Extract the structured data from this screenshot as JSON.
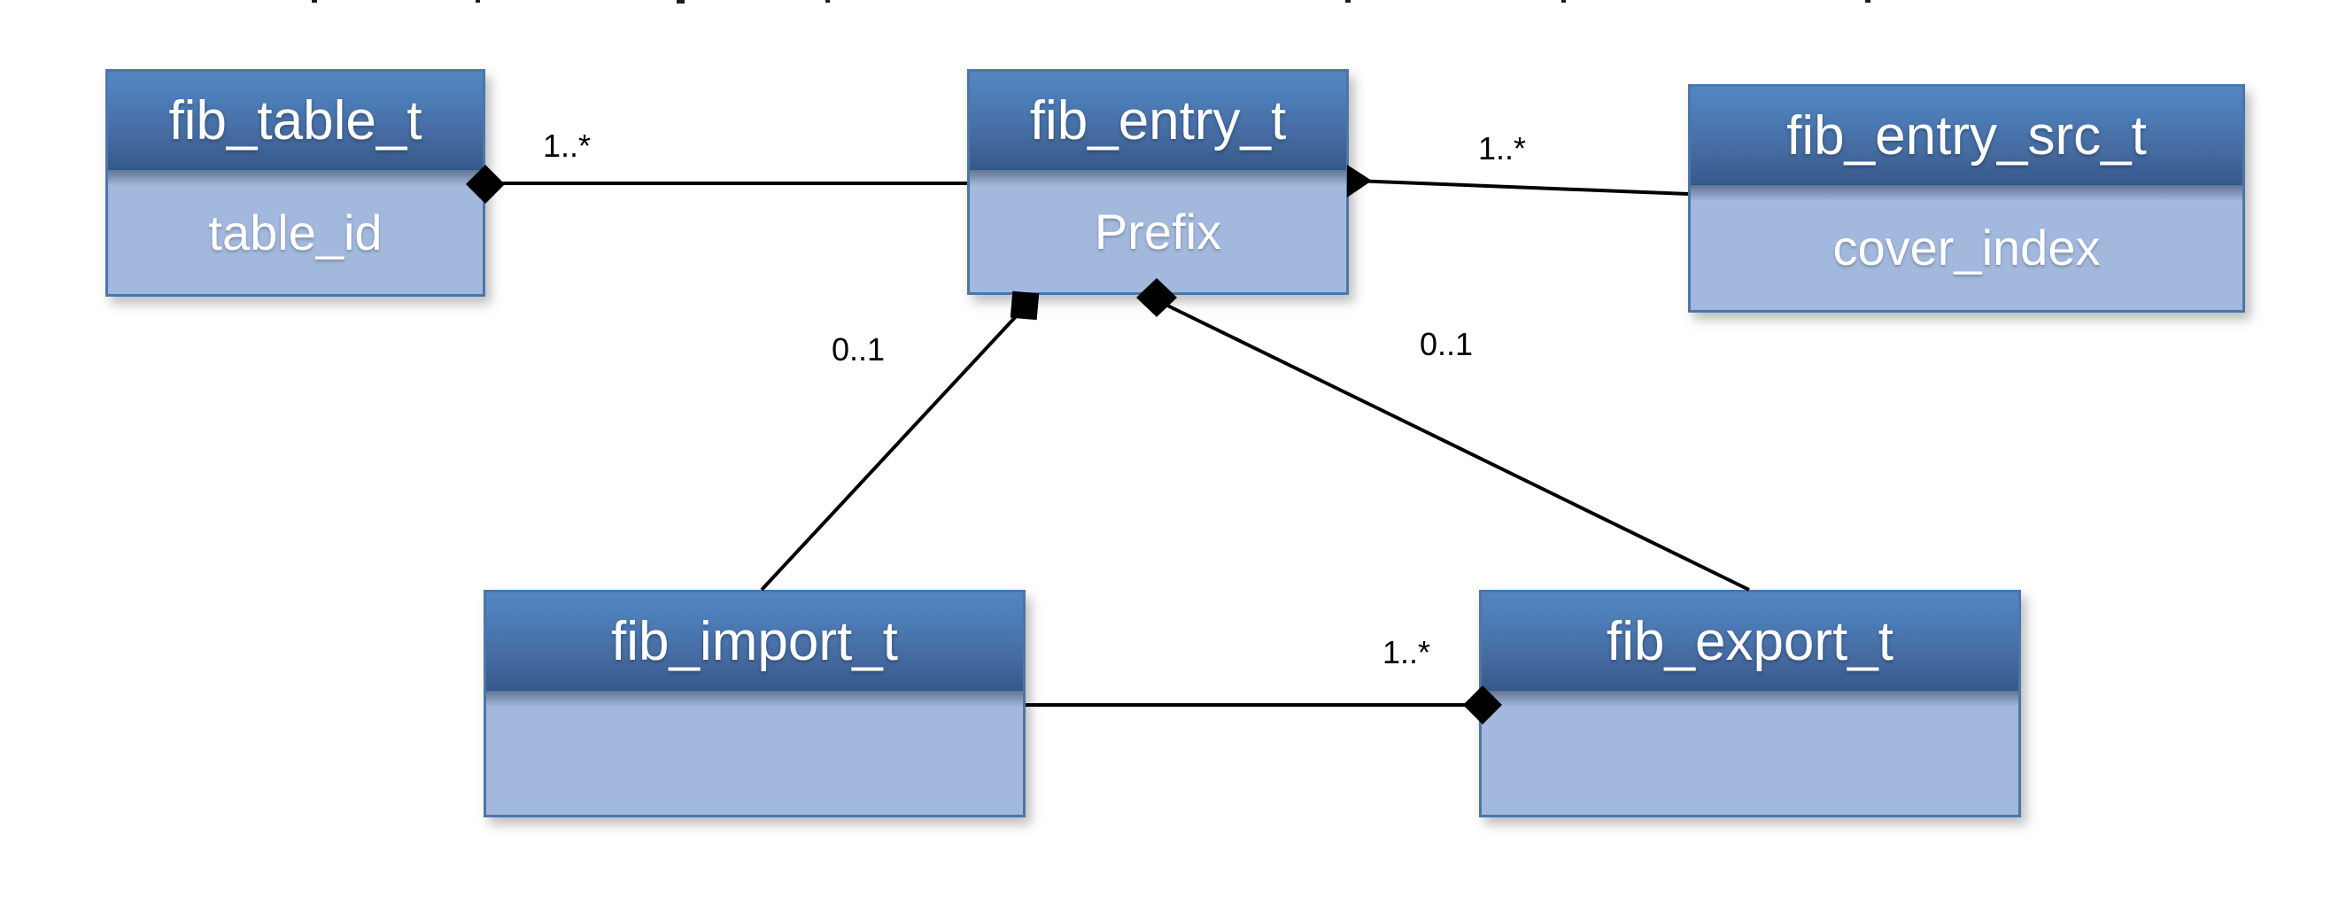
{
  "diagram": {
    "classes": [
      {
        "id": "fib_table_t",
        "title": "fib_table_t",
        "attribute": "table_id"
      },
      {
        "id": "fib_entry_t",
        "title": "fib_entry_t",
        "attribute": "Prefix"
      },
      {
        "id": "fib_entry_src_t",
        "title": "fib_entry_src_t",
        "attribute": "cover_index"
      },
      {
        "id": "fib_import_t",
        "title": "fib_import_t",
        "attribute": ""
      },
      {
        "id": "fib_export_t",
        "title": "fib_export_t",
        "attribute": ""
      }
    ],
    "relationships": [
      {
        "from": "fib_table_t",
        "to": "fib_entry_t",
        "multiplicity": "1..*",
        "type": "composition"
      },
      {
        "from": "fib_entry_t",
        "to": "fib_entry_src_t",
        "multiplicity": "1..*",
        "type": "composition"
      },
      {
        "from": "fib_entry_t",
        "to": "fib_import_t",
        "multiplicity": "0..1",
        "type": "composition"
      },
      {
        "from": "fib_entry_t",
        "to": "fib_export_t",
        "multiplicity": "0..1",
        "type": "composition"
      },
      {
        "from": "fib_import_t",
        "to": "fib_export_t",
        "multiplicity": "1..*",
        "type": "composition"
      }
    ],
    "colors": {
      "header_top": "#4f81bd",
      "header_bottom": "#36598c",
      "body_fill": "#a2b8dc",
      "box_border": "#4b76a9",
      "connector": "#000000",
      "label_text": "#000000",
      "title_text": "#ffffff",
      "page_background": "#ffffff"
    }
  }
}
